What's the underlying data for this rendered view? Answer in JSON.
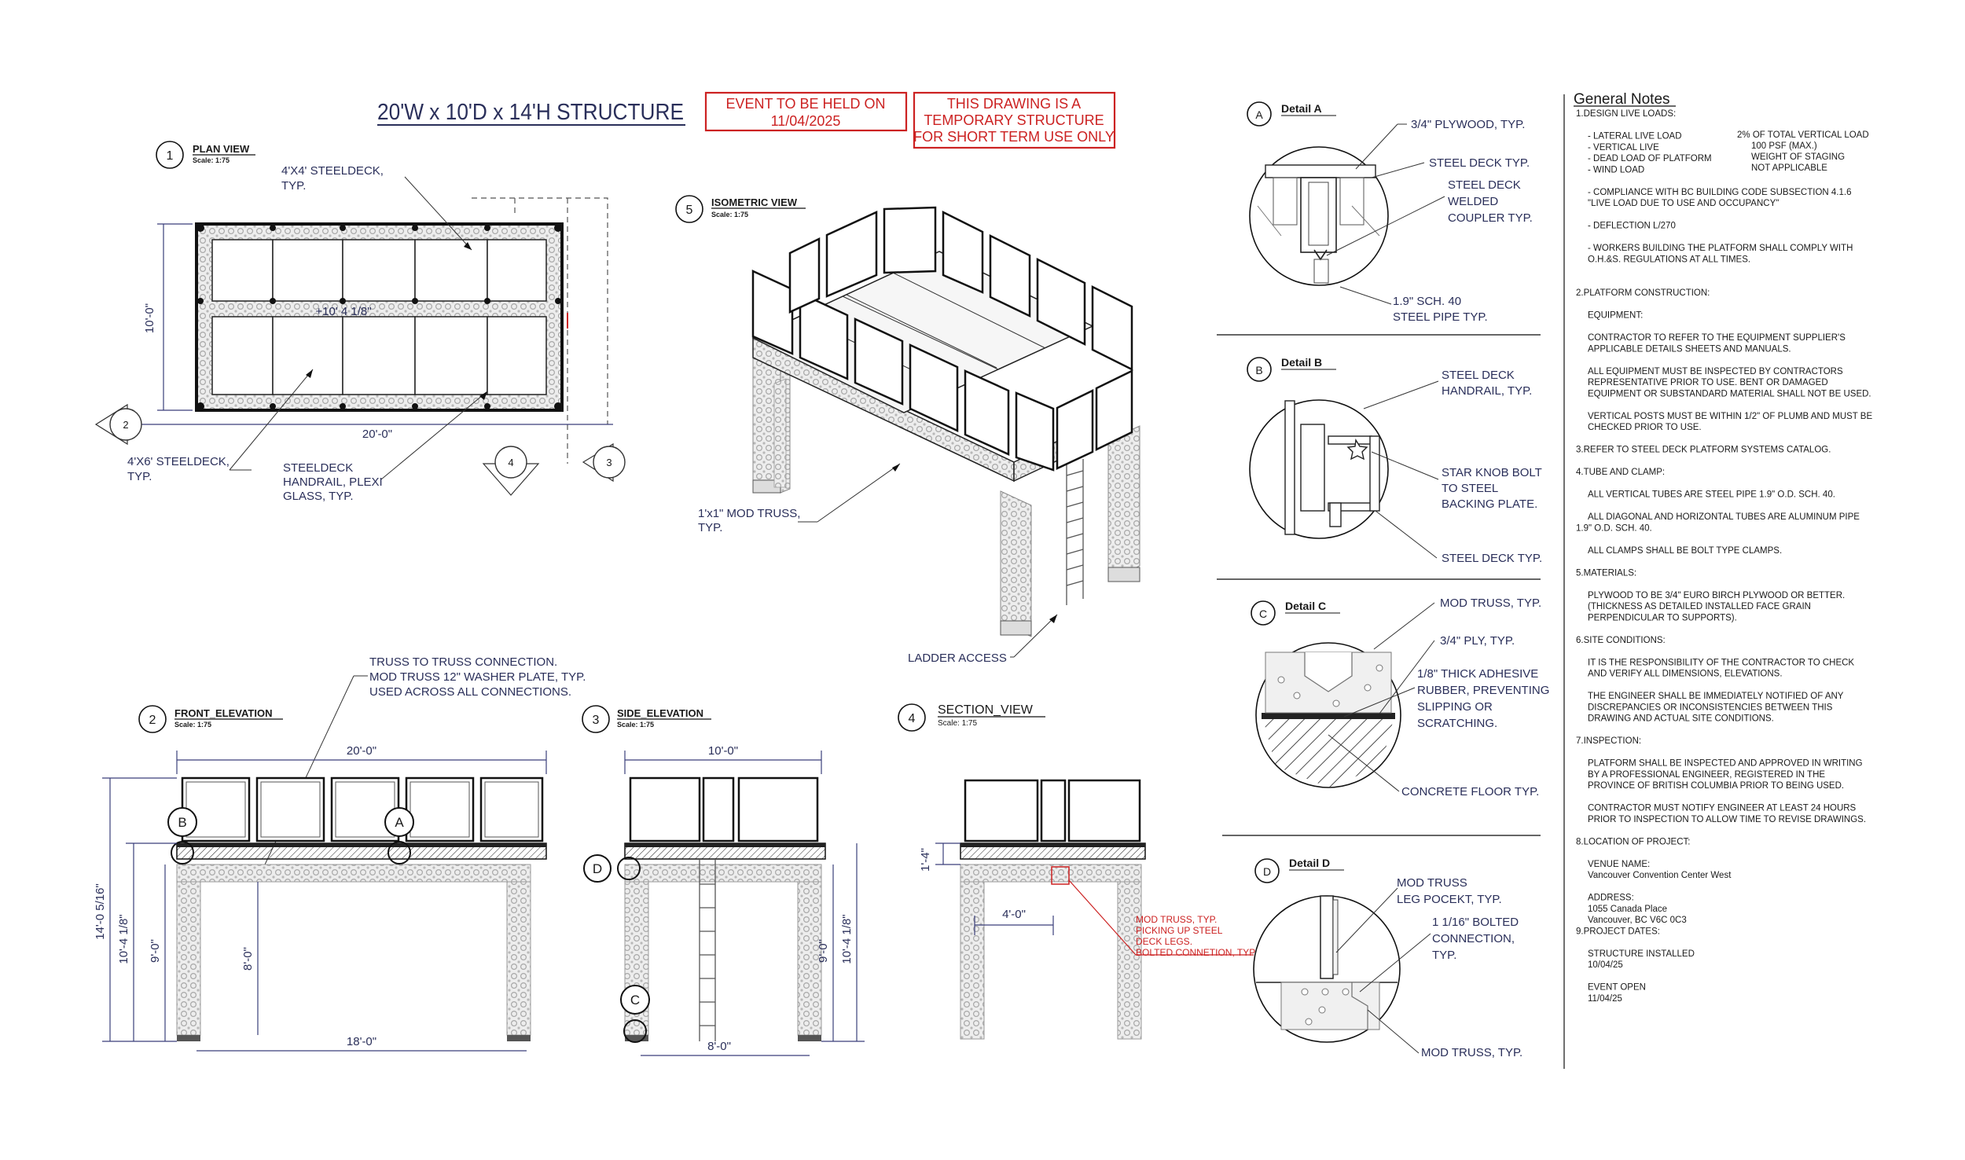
{
  "title": "20'W x 10'D x 14'H STRUCTURE",
  "notices": {
    "event": [
      "EVENT TO BE HELD ON",
      "11/04/2025"
    ],
    "temporary": [
      "THIS DRAWING IS A",
      "TEMPORARY STRUCTURE",
      "FOR SHORT TERM USE ONLY"
    ]
  },
  "colors": {
    "ink": "#1a1a1a",
    "navy": "#2a2f5a",
    "red": "#cc2222",
    "truss": "#e6e6e6"
  },
  "plan_view": {
    "num": "1",
    "title": "PLAN VIEW",
    "scale": "Scale: 1:75",
    "labels": {
      "steeldeck_4x4": [
        "4'X4' STEELDECK,",
        "TYP."
      ],
      "steeldeck_4x6": [
        "4'X6' STEELDECK,",
        "TYP."
      ],
      "handrail": [
        "STEELDECK",
        "HANDRAIL, PLEXI",
        "GLASS, TYP."
      ],
      "depth": "10'-0\"",
      "width": "20'-0\"",
      "height": "+10' 4 1/8\""
    },
    "refs": [
      "2",
      "4",
      "3"
    ]
  },
  "isometric_view": {
    "num": "5",
    "title": "ISOMETRIC VIEW",
    "scale": "Scale: 1:75",
    "labels": {
      "truss": [
        "1'x1\" MOD TRUSS,",
        "TYP."
      ],
      "ladder": "LADDER ACCESS"
    }
  },
  "front_elevation": {
    "num": "2",
    "title": "FRONT_ELEVATION",
    "scale": "Scale: 1:75",
    "callout": [
      "TRUSS TO TRUSS CONNECTION.",
      "MOD TRUSS 12\" WASHER PLATE, TYP.",
      "USED ACROSS ALL CONNECTIONS."
    ],
    "dims": {
      "top": "20'-0\"",
      "bottom": "18'-0\"",
      "total_h": "14'-0 5/16\"",
      "deck_h": "10'-4 1/8\"",
      "truss_h": "9'-0\"",
      "inner_h": "8'-0\""
    },
    "details": [
      "B",
      "A"
    ]
  },
  "side_elevation": {
    "num": "3",
    "title": "SIDE_ELEVATION",
    "scale": "Scale: 1:75",
    "dims": {
      "top": "10'-0\"",
      "bottom": "8'-0\"",
      "truss_h": "9'-0\"",
      "deck_h": "10'-4 1/8\""
    },
    "details": [
      "D",
      "C"
    ]
  },
  "section_view": {
    "num": "4",
    "title": "SECTION_VIEW",
    "scale": "Scale: 1:75",
    "dims": {
      "rail_h": "1'-4\"",
      "offset": "4'-0\""
    },
    "red_note": [
      "MOD TRUSS, TYP.",
      "PICKING UP STEEL",
      "DECK LEGS.",
      "BOLTED CONNETION, TYP."
    ]
  },
  "detail_a": {
    "letter": "A",
    "title": "Detail A",
    "labels": [
      [
        "3/4\" PLYWOOD, TYP."
      ],
      [
        "STEEL DECK TYP."
      ],
      [
        "STEEL DECK",
        "WELDED",
        "COUPLER TYP."
      ],
      [
        "1.9\" SCH. 40",
        "STEEL PIPE TYP."
      ]
    ]
  },
  "detail_b": {
    "letter": "B",
    "title": "Detail B",
    "labels": [
      [
        "STEEL DECK",
        "HANDRAIL, TYP."
      ],
      [
        "STAR KNOB BOLT",
        "TO STEEL",
        "BACKING PLATE."
      ],
      [
        "STEEL DECK TYP."
      ]
    ]
  },
  "detail_c": {
    "letter": "C",
    "title": "Detail C",
    "labels": [
      [
        "MOD TRUSS, TYP."
      ],
      [
        "3/4\" PLY, TYP."
      ],
      [
        "1/8\" THICK ADHESIVE",
        "RUBBER, PREVENTING",
        "SLIPPING OR",
        "SCRATCHING."
      ],
      [
        "CONCRETE FLOOR TYP."
      ]
    ]
  },
  "detail_d": {
    "letter": "D",
    "title": "Detail D",
    "labels": [
      [
        "MOD TRUSS",
        "LEG POCEKT, TYP."
      ],
      [
        "1 1/16\" BOLTED",
        "CONNECTION,",
        "TYP."
      ],
      [
        "MOD TRUSS, TYP."
      ]
    ]
  },
  "general_notes": {
    "title": "General Notes",
    "lines": [
      "1.DESIGN LIVE LOADS:",
      "",
      "- LATERAL LIVE LOAD",
      "- VERTICAL LIVE",
      "- DEAD LOAD OF PLATFORM",
      "- WIND LOAD",
      "",
      "- COMPLIANCE WITH BC BUILDING CODE SUBSECTION 4.1.6",
      "\"LIVE LOAD DUE TO USE AND OCCUPANCY\"",
      "",
      "- DEFLECTION L/270",
      "",
      "- WORKERS BUILDING THE PLATFORM SHALL COMPLY WITH",
      "O.H.&S. REGULATIONS AT ALL TIMES.",
      "",
      "",
      "2.PLATFORM CONSTRUCTION:",
      "",
      "EQUIPMENT:",
      "",
      "CONTRACTOR TO REFER TO THE EQUIPMENT SUPPLIER'S",
      "APPLICABLE DETAILS SHEETS AND MANUALS.",
      "",
      "ALL EQUIPMENT MUST BE INSPECTED BY CONTRACTORS",
      "REPRESENTATIVE PRIOR TO USE.  BENT OR DAMAGED",
      "EQUIPMENT OR SUBSTANDARD MATERIAL SHALL NOT BE USED.",
      "",
      "VERTICAL POSTS MUST BE WITHIN 1/2\" OF PLUMB AND MUST BE",
      "CHECKED PRIOR TO USE.",
      "",
      "3.REFER TO STEEL DECK PLATFORM SYSTEMS CATALOG.",
      "",
      "4.TUBE AND CLAMP:",
      "",
      "ALL VERTICAL TUBES ARE STEEL PIPE 1.9\" O.D. SCH. 40.",
      "",
      "ALL DIAGONAL AND HORIZONTAL TUBES ARE ALUMINUM PIPE",
      "1.9\" O.D. SCH. 40.",
      "",
      "ALL CLAMPS SHALL BE BOLT TYPE CLAMPS.",
      "",
      "5.MATERIALS:",
      "",
      "PLYWOOD TO BE 3/4\" EURO BIRCH PLYWOOD OR BETTER.",
      "(THICKNESS AS DETAILED INSTALLED FACE GRAIN",
      "PERPENDICULAR TO SUPPORTS).",
      "",
      "6.SITE CONDITIONS:",
      "",
      "IT IS THE RESPONSIBILITY OF THE CONTRACTOR TO CHECK",
      "AND VERIFY ALL DIMENSIONS, ELEVATIONS.",
      "",
      "THE ENGINEER SHALL BE IMMEDIATELY NOTIFIED OF ANY",
      "DISCREPANCIES OR INCONSISTENCIES BETWEEN THIS",
      "DRAWING AND ACTUAL SITE CONDITIONS.",
      "",
      "7.INSPECTION:",
      "",
      "PLATFORM SHALL BE INSPECTED AND APPROVED IN WRITING",
      "BY A PROFESSIONAL ENGINEER, REGISTERED IN THE",
      "PROVINCE OF BRITISH COLUMBIA PRIOR TO BEING USED.",
      "",
      "CONTRACTOR MUST NOTIFY ENGINEER AT LEAST 24 HOURS",
      "PRIOR TO INSPECTION TO ALLOW TIME TO REVISE DRAWINGS.",
      "",
      "8.LOCATION OF PROJECT:",
      "",
      "VENUE NAME:",
      "Vancouver Convention Center West",
      "",
      "ADDRESS:",
      "1055 Canada Place",
      "Vancouver, BC  V6C 0C3",
      "9.PROJECT DATES:",
      "",
      "STRUCTURE INSTALLED",
      "10/04/25",
      "",
      "EVENT OPEN",
      "11/04/25"
    ],
    "load_values": [
      "2% OF TOTAL VERTICAL LOAD",
      "100 PSF (MAX.)",
      "WEIGHT OF STAGING",
      "NOT APPLICABLE"
    ]
  }
}
